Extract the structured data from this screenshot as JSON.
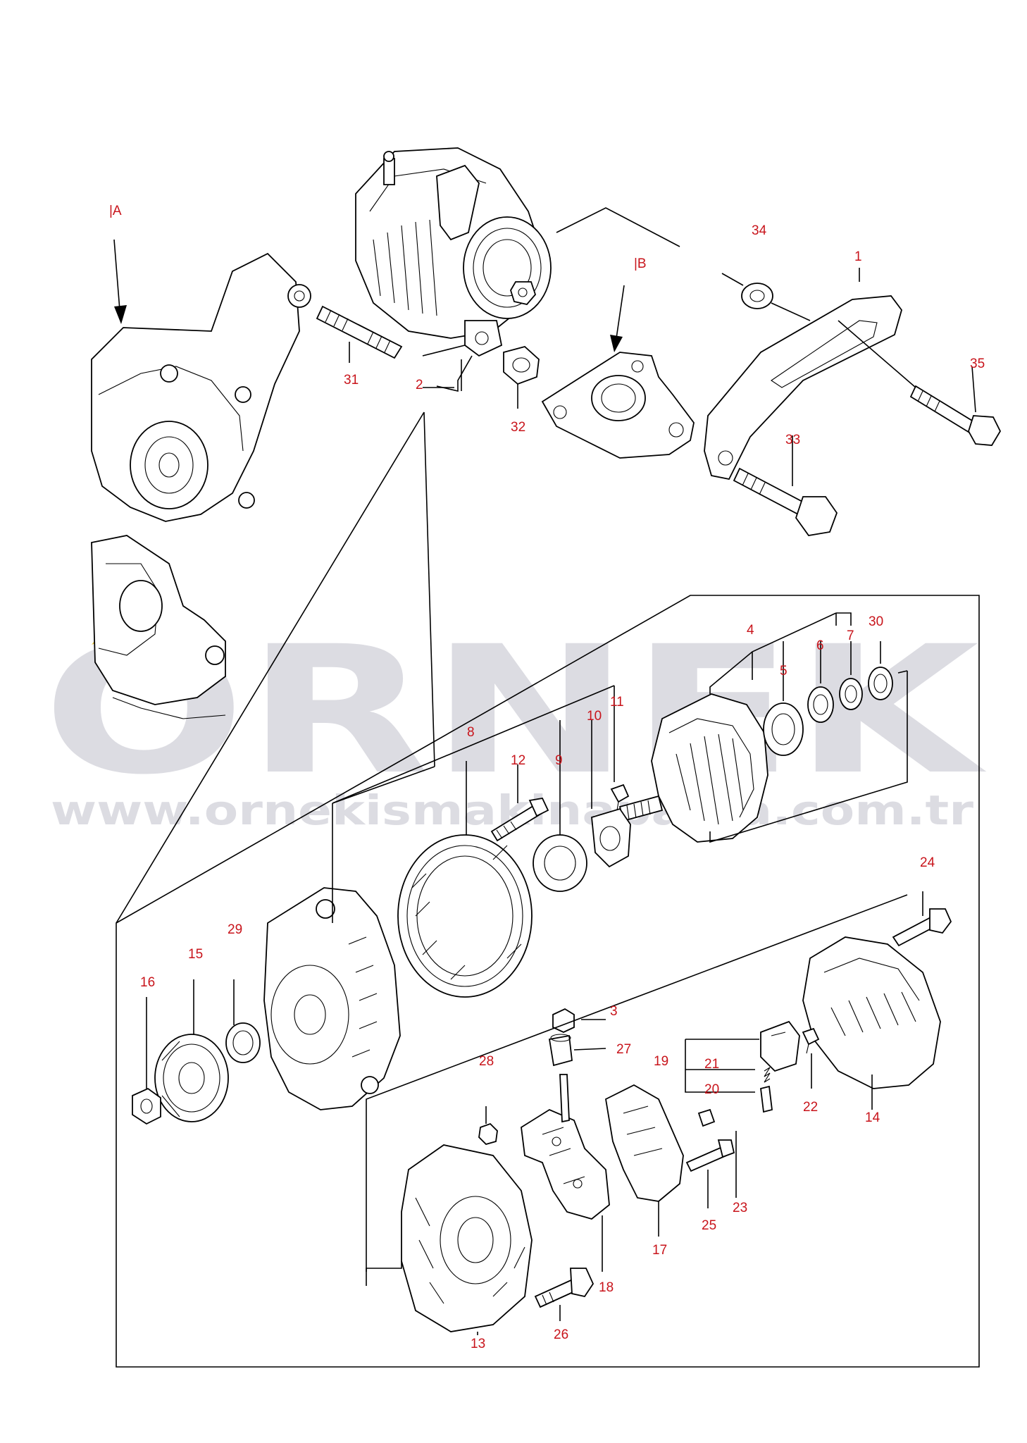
{
  "watermark": {
    "brand": "ORNEK",
    "url": "www.ornekismakinaparca.com.tr",
    "accent_color": "#e8c53a",
    "color": "#d7d7dc"
  },
  "view_labels": [
    "|A",
    "|B"
  ],
  "callout_color": "#c8141b",
  "callouts": [
    "1",
    "2",
    "3",
    "4",
    "5",
    "6",
    "7",
    "8",
    "9",
    "10",
    "11",
    "12",
    "13",
    "14",
    "15",
    "16",
    "17",
    "18",
    "19",
    "20",
    "21",
    "22",
    "23",
    "24",
    "25",
    "26",
    "27",
    "28",
    "29",
    "30",
    "31",
    "32",
    "33",
    "34",
    "35"
  ]
}
